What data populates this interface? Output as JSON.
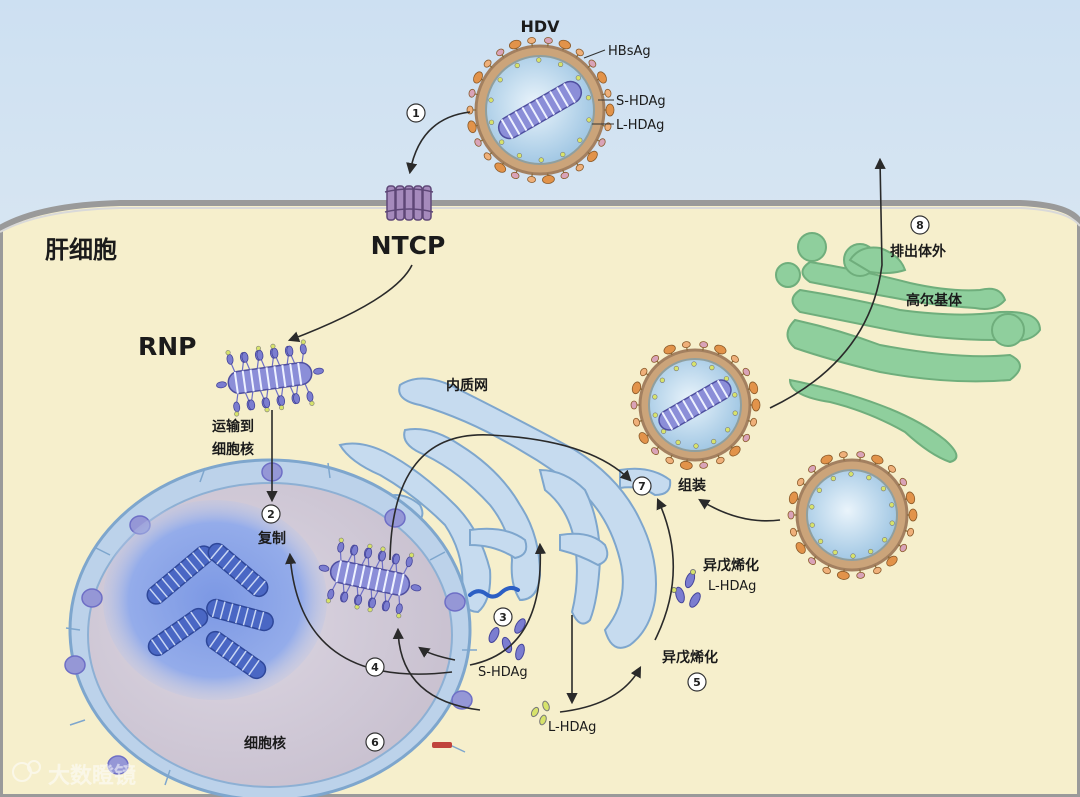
{
  "labels": {
    "hdv": "HDV",
    "hbsag": "HBsAg",
    "s_hdag_top": "S-HDAg",
    "l_hdag_top": "L-HDAg",
    "hepatocyte": "肝细胞",
    "ntcp": "NTCP",
    "rnp": "RNP",
    "transport_line1": "运输到",
    "transport_line2": "细胞核",
    "replication": "复制",
    "er": "内质网",
    "s_hdag_mid": "S-HDAg",
    "l_hdag_bottom": "L-HDAg",
    "prenyl_mid": "异戊烯化",
    "l_hdag_right": "L-HDAg",
    "prenyl_lower": "异戊烯化",
    "assembly": "组装",
    "golgi": "高尔基体",
    "export": "排出体外",
    "nucleus": "细胞核",
    "watermark": "大数瞪镜"
  },
  "steps": [
    "1",
    "2",
    "3",
    "4",
    "5",
    "6",
    "7",
    "8"
  ],
  "colors": {
    "sky_top": "#cfe2f3",
    "sky_bottom": "#eef2f2",
    "cytoplasm": "#f6efcc",
    "membrane": "#a9a9a9",
    "nucleus": "#d3ccd8",
    "nucleolus": "#8fa9e6",
    "nuclear_envelope": "#bcd2ea",
    "er": "#c6dbef",
    "golgi": "#8fcf9d",
    "hdag_purple": "#6e6fc6",
    "hbsag_orange": "#e2934a",
    "ntcp_purple": "#9b79b3",
    "rna_blue": "#2c5fc4"
  }
}
